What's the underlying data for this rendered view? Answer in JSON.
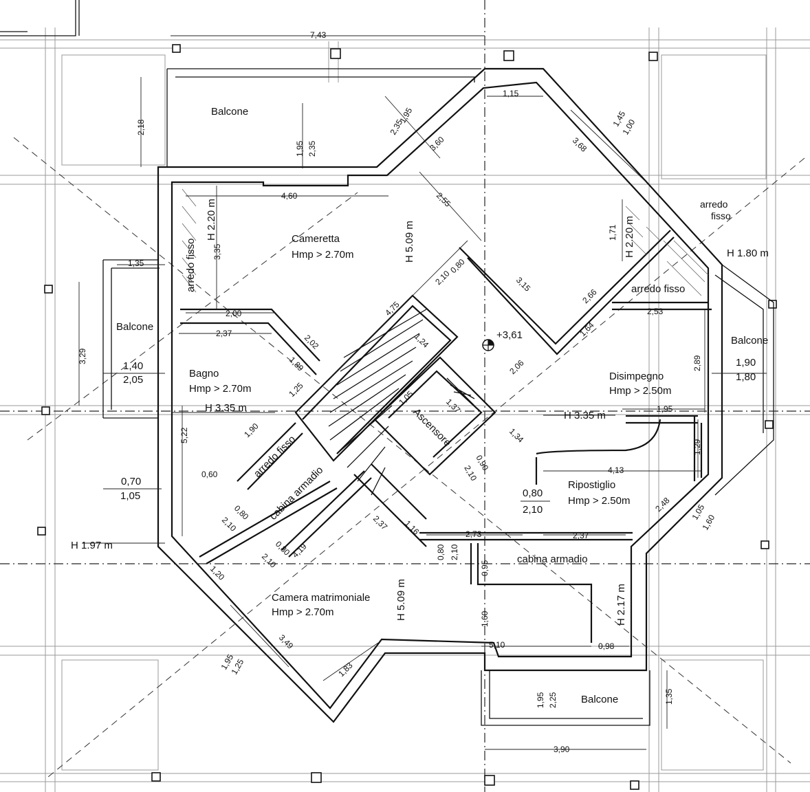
{
  "rooms": {
    "balcone_top": "Balcone",
    "cameretta": "Cameretta",
    "cameretta_hmp": "Hmp > 2.70m",
    "arredo_fisso_left": "arredo fisso",
    "arredo_fisso_top": "arredo",
    "arredo_fisso_top2": "fisso",
    "arredo_fisso_right": "arredo fisso",
    "balcone_left": "Balcone",
    "balcone_right": "Balcone",
    "bagno": "Bagno",
    "bagno_hmp": "Hmp > 2.70m",
    "disimpegno": "Disimpegno",
    "disimpegno_hmp": "Hmp > 2.50m",
    "ascensore": "Ascensore",
    "arredo_fisso_center": "arredo fisso",
    "cabina_armadio_left": "cabina armadio",
    "ripostiglio": "Ripostiglio",
    "ripostiglio_hmp": "Hmp > 2.50m",
    "cabina_armadio_right": "cabina armadio",
    "camera": "Camera matrimoniale",
    "camera_hmp": "Hmp > 2.70m",
    "balcone_bottom": "Balcone"
  },
  "heights": {
    "h_2_20_left": "H 2.20 m",
    "h_5_09_top": "H 5.09 m",
    "h_2_20_right": "H 2.20 m",
    "h_1_80": "H 1.80 m",
    "h_3_35_left": "H 3.35 m",
    "h_3_35_right": "H 3.35 m",
    "h_1_97": "H 1.97 m",
    "h_5_09_bottom": "H 5.09 m",
    "h_2_17": "H 2.17 m",
    "level": "+3,61"
  },
  "dimensions": {
    "d_7_43": "7,43",
    "d_2_18": "2,18",
    "d_1_95_a": "1,95",
    "d_2_35_a": "2,35",
    "d_1_95_b": "1,95",
    "d_2_35_b": "2,35",
    "d_1_15": "1,15",
    "d_3_60": "3,60",
    "d_1_45": "1,45",
    "d_1_00": "1,00",
    "d_3_68": "3,68",
    "d_4_60": "4,60",
    "d_2_55": "2,55",
    "d_3_35": "3,35",
    "d_1_71": "1,71",
    "d_1_35_left": "1,35",
    "d_0_80_a": "0,80",
    "d_2_10_a": "2,10",
    "d_3_15": "3,15",
    "d_2_66": "2,66",
    "d_4_75": "4,75",
    "d_2_00": "2,00",
    "d_2_53": "2,53",
    "d_1_64": "1,64",
    "d_2_37_a": "2,37",
    "d_3_29": "3,29",
    "d_2_02": "2,02",
    "d_1_24": "1,24",
    "d_2_06": "2,06",
    "d_2_89": "2,89",
    "d_1_89": "1,89",
    "d_1_40": "1,40",
    "d_2_05": "2,05",
    "d_1_90_r": "1,90",
    "d_1_80_r": "1,80",
    "d_1_25": "1,25",
    "d_1_05_a": "1,05",
    "d_1_37": "1,37",
    "d_1_95_c": "1,95",
    "d_1_90": "1,90",
    "d_5_22": "5,22",
    "d_1_34": "1,34",
    "d_1_29": "1,29",
    "d_0_60": "0,60",
    "d_0_90": "0,90",
    "d_2_10_b": "2,10",
    "d_4_13": "4,13",
    "d_0_70": "0,70",
    "d_1_05_b": "1,05",
    "d_0_80_b": "0,80",
    "d_2_10_c": "2,10",
    "d_0_80_c": "0,80",
    "d_2_10_d": "2,10",
    "d_2_48": "2,48",
    "d_1_05_c": "1,05",
    "d_1_60_a": "1,60",
    "d_2_37_b": "2,37",
    "d_1_16": "1,16",
    "d_2_73": "2,73",
    "d_2_37_c": "2,37",
    "d_0_80_d": "0,80",
    "d_2_10_e": "2,10",
    "d_0_80_e": "0,80",
    "d_2_10_f": "2,10",
    "d_4_19": "4,19",
    "d_0_95": "0,95",
    "d_1_20": "1,20",
    "d_3_49": "3,49",
    "d_1_60_b": "1,60",
    "d_5_10": "5,10",
    "d_0_98": "0,98",
    "d_1_95_d": "1,95",
    "d_1_25_b": "1,25",
    "d_1_83": "1,83",
    "d_1_95_e": "1,95",
    "d_2_25": "2,25",
    "d_1_35_bottom": "1,35",
    "d_3_90": "3,90"
  }
}
